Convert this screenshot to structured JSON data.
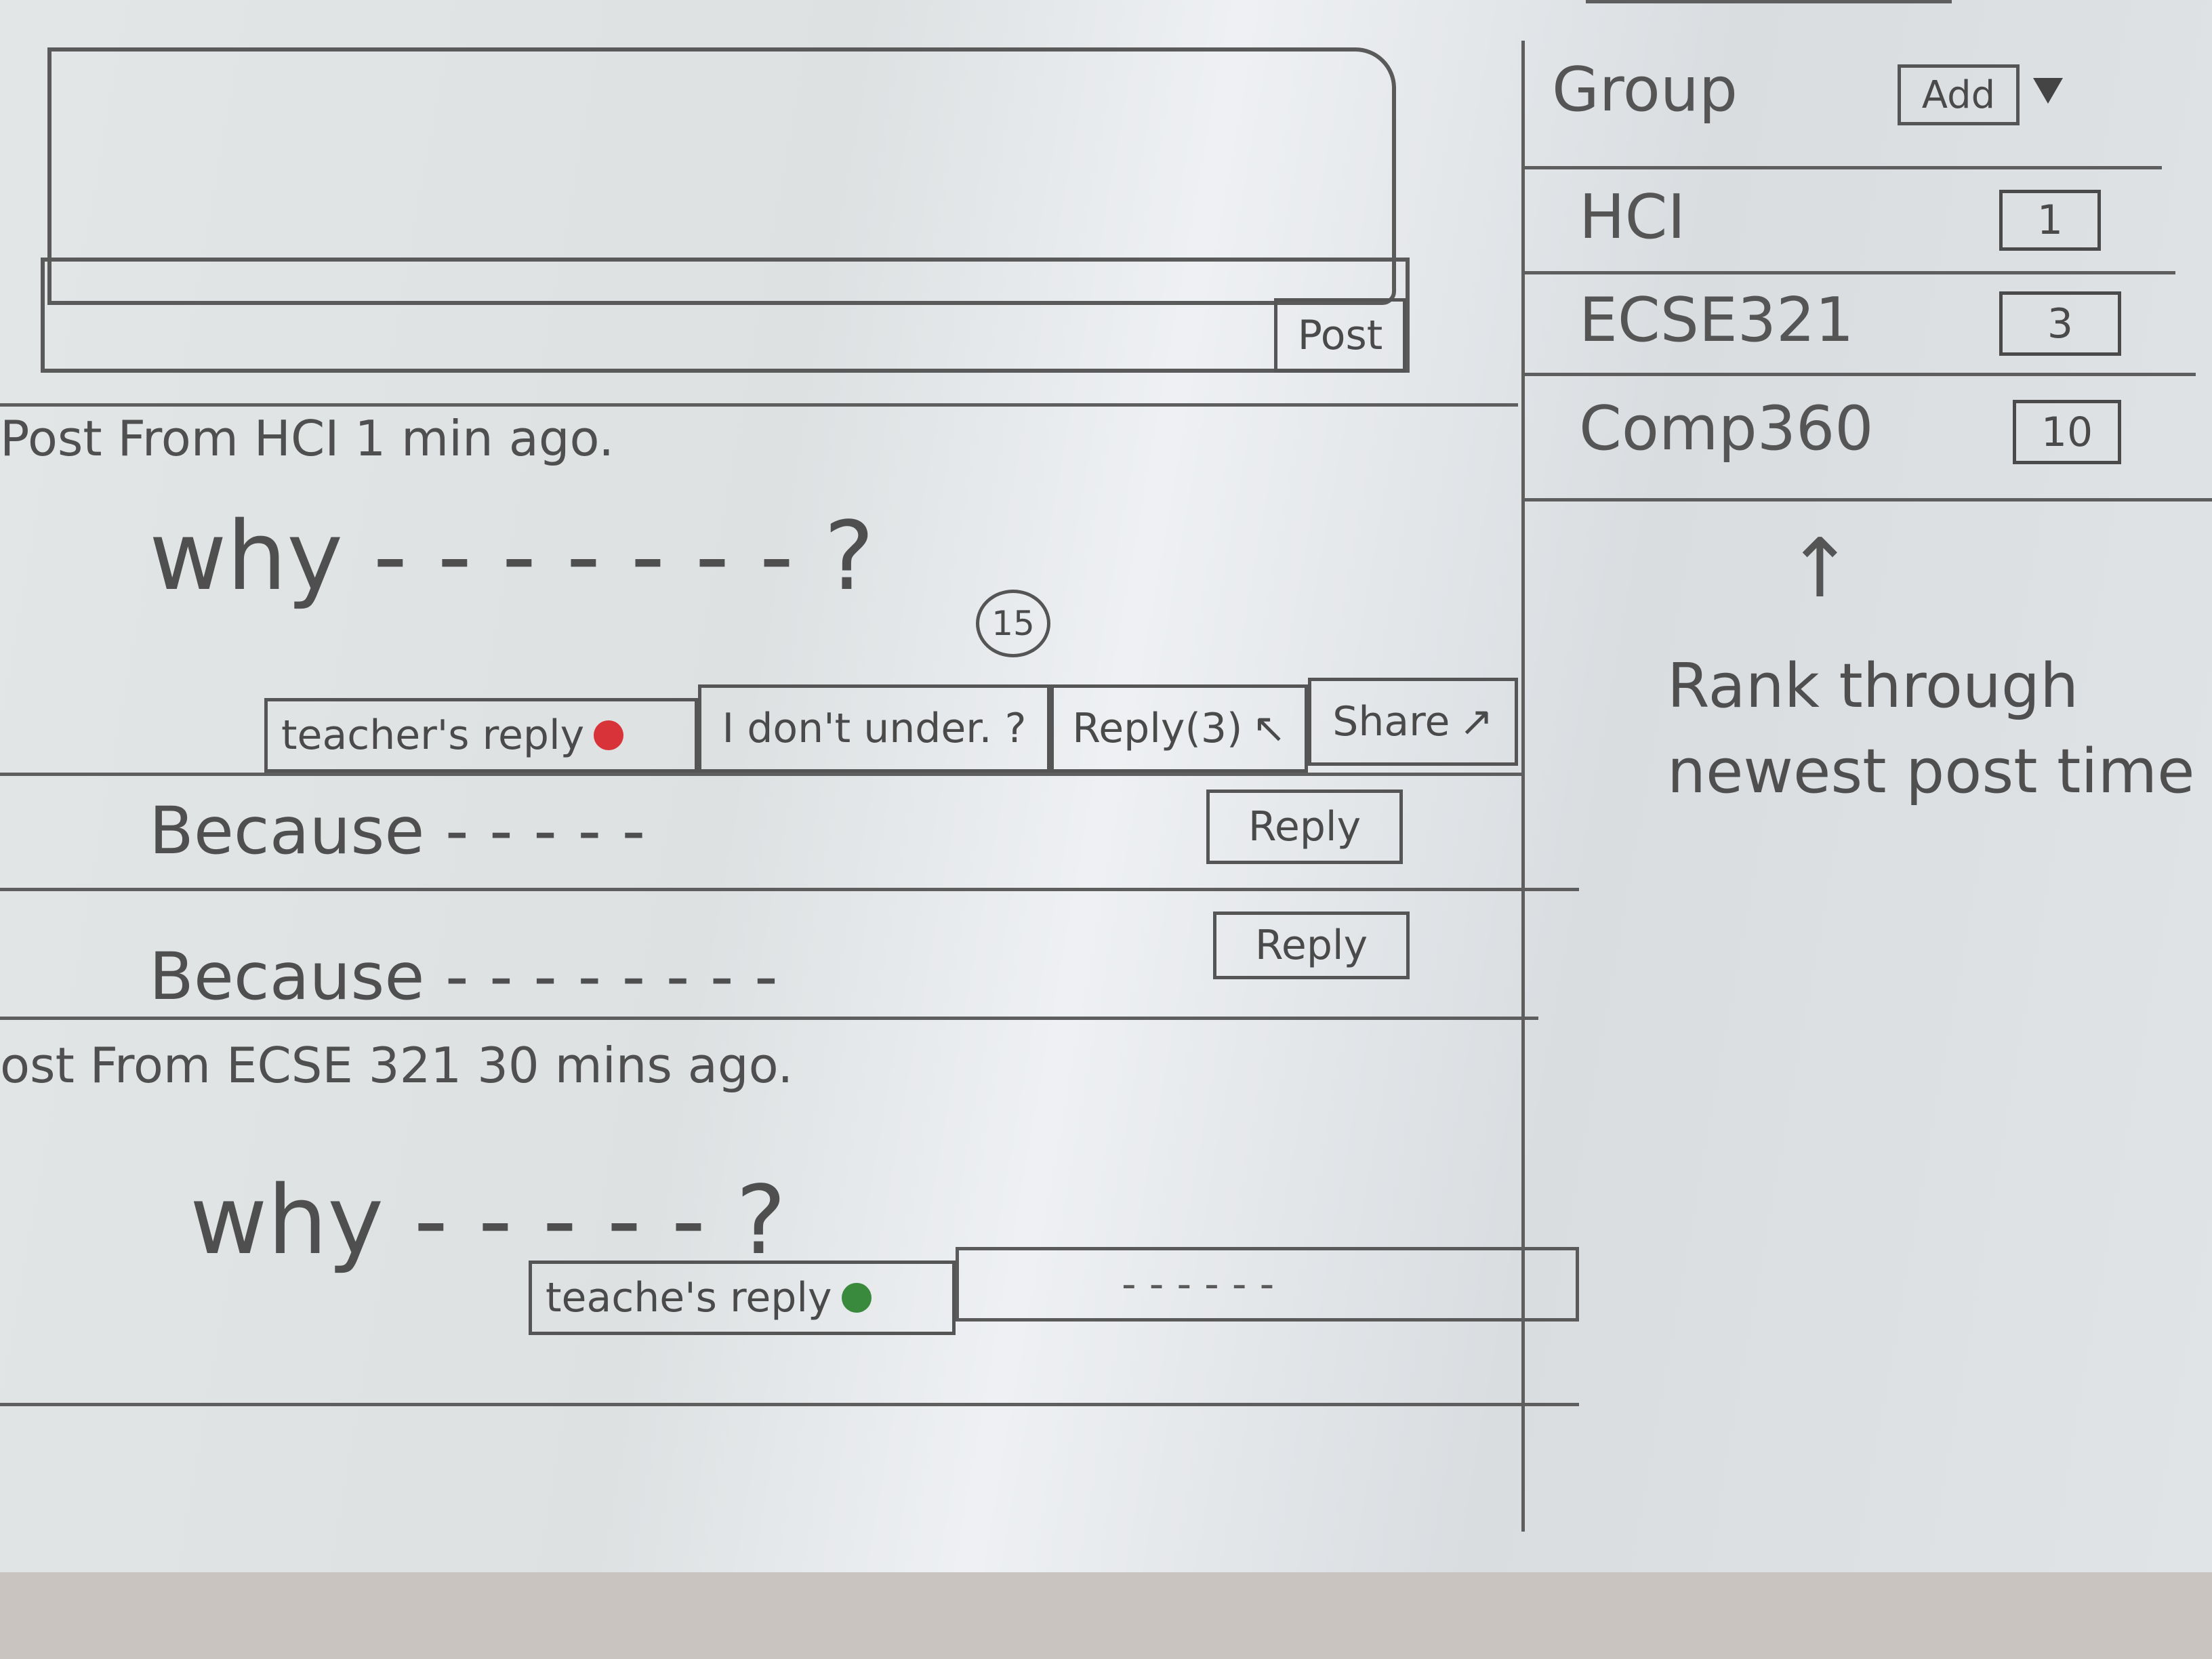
{
  "composer": {
    "post_label": "Post"
  },
  "posts": [
    {
      "meta": "Post From HCI 1 min ago.",
      "question": "why - - - - - - - ?",
      "reply_count_bubble": "15",
      "actions": {
        "teacher_reply": "teacher's reply",
        "teacher_reply_status_color": "#d9333a",
        "dont_understand": "I don't under. ?",
        "reply": "Reply(3)",
        "share": "Share"
      },
      "replies": [
        {
          "text": "Because - - - - -",
          "reply_label": "Reply"
        },
        {
          "text": "Because - - - - - - - -",
          "reply_label": "Reply"
        }
      ]
    },
    {
      "meta": "ost From ECSE 321 30 mins ago.",
      "question": "why - - - - - ?",
      "actions": {
        "teacher_reply": "teache's reply",
        "teacher_reply_status_color": "#3a8a3d",
        "input_placeholder": "- - - - - -"
      }
    }
  ],
  "groups": {
    "header": "Group",
    "add_label": "Add",
    "items": [
      {
        "name": "HCI",
        "count": "1"
      },
      {
        "name": "ECSE321",
        "count": "3"
      },
      {
        "name": "Comp360",
        "count": "10"
      }
    ],
    "annotation": "Rank through newest post time"
  }
}
